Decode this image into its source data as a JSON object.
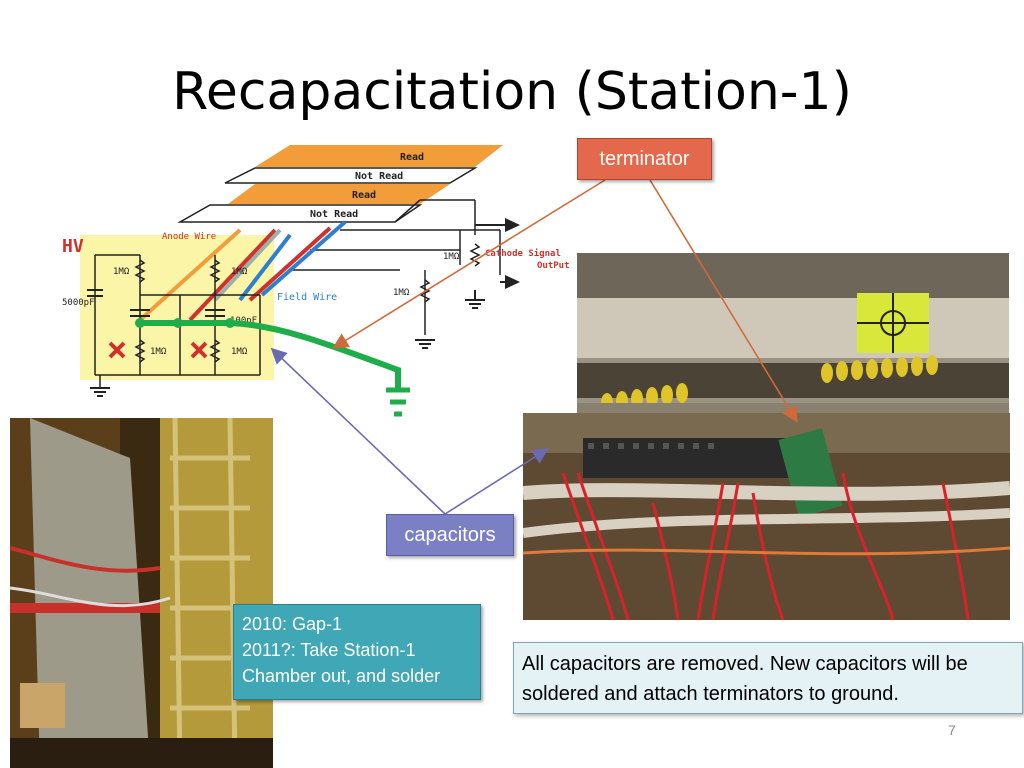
{
  "slide": {
    "title": "Recapacitation (Station-1)",
    "page_number": "7"
  },
  "callouts": {
    "terminator": "terminator",
    "capacitors": "capacitors"
  },
  "notes": {
    "gap_lines": [
      "2010: Gap-1",
      "2011?: Take Station-1",
      "Chamber out, and solder"
    ],
    "main": "All capacitors are removed. New capacitors will be soldered and attach terminators to ground."
  },
  "schematic": {
    "planes": [
      "Read",
      "Not Read",
      "Read",
      "Not Read"
    ],
    "hv": "HV",
    "anode_wire": "Anode Wire",
    "field_wire": "Field Wire",
    "cathode_signal": "Cathode Signal",
    "output": "OutPut",
    "resistor": "1MΩ",
    "capacitor_hv": "5000pF",
    "capacitor_small": "100pF"
  },
  "colors": {
    "plane_orange": "#f39c3a",
    "hv_box": "#fbf5a8",
    "green_wire": "#1fad4b",
    "terminator_box": "#e4684b",
    "capacitors_box": "#7b7fc3",
    "gap_box": "#3fa7b5",
    "main_note_box": "#e4f1f5"
  }
}
